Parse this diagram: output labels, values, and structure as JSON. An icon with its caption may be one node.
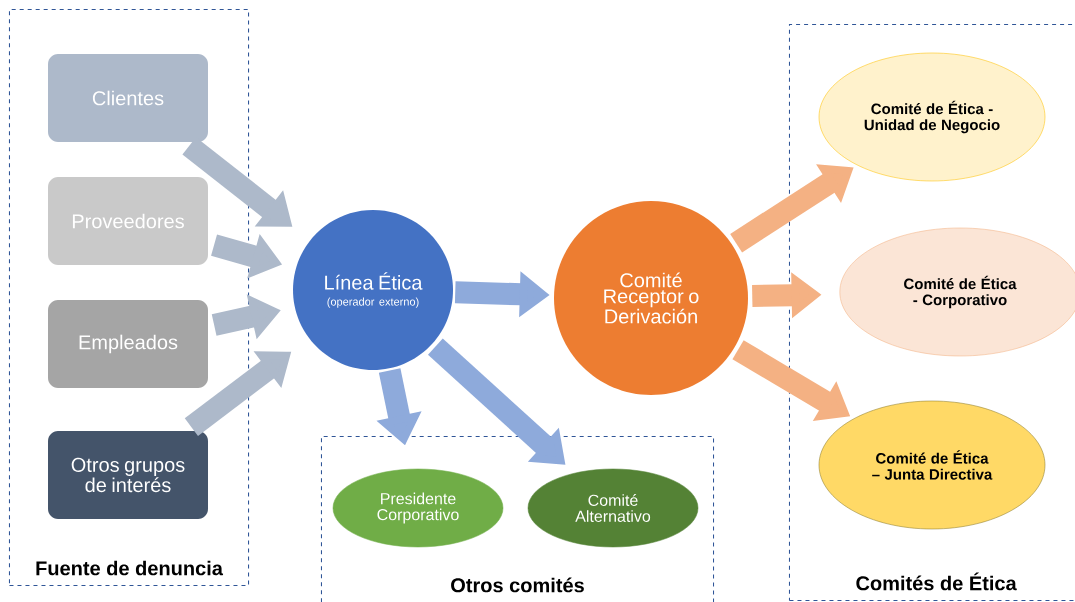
{
  "diagram": {
    "nodes": [
      {
        "text": [
          "Fuente de denuncia"
        ]
      },
      {
        "text": [
          "Clientes"
        ],
        "in": 0
      },
      {
        "text": [
          "Proveedores"
        ],
        "in": 0
      },
      {
        "text": [
          "Empleados"
        ],
        "in": 0
      },
      {
        "text": [
          "Otros grupos de interés"
        ],
        "in": 0
      },
      {
        "text": [
          "Línea Ética",
          "(operador externo)"
        ]
      },
      {
        "text": [
          "Comité Receptor o Derivación"
        ]
      },
      {
        "text": [
          "Otros comités"
        ]
      },
      {
        "text": [
          "Presidente Corporativo"
        ],
        "in": 7
      },
      {
        "text": [
          "Comité Alternativo"
        ],
        "in": 7
      },
      {
        "text": [
          "Comités de Ética"
        ]
      },
      {
        "text": [
          "Comité de Ética - Unidad de Negocio"
        ],
        "in": 10
      },
      {
        "text": [
          "Comité de Ética - Corporativo"
        ],
        "in": 10
      },
      {
        "text": [
          "Comité de Ética – Junta Directiva"
        ],
        "in": 10
      }
    ],
    "edges": [
      {
        "from": 1,
        "to": 5,
        "arrow": "to"
      },
      {
        "from": 2,
        "to": 5,
        "arrow": "to"
      },
      {
        "from": 3,
        "to": 5,
        "arrow": "to"
      },
      {
        "from": 4,
        "to": 5,
        "arrow": "to"
      },
      {
        "from": 5,
        "to": 6,
        "arrow": "to",
        "color": "#8eaadb"
      },
      {
        "from": 5,
        "to": 8,
        "arrow": "to",
        "color": "#8eaadb"
      },
      {
        "from": 5,
        "to": 9,
        "arrow": "to",
        "color": "#8eaadb"
      },
      {
        "from": 6,
        "to": 11,
        "arrow": "to",
        "color": "#f4b183"
      },
      {
        "from": 6,
        "to": 12,
        "arrow": "to",
        "color": "#f4b183"
      },
      {
        "from": 6,
        "to": 13,
        "arrow": "to",
        "color": "#f4b183"
      }
    ]
  }
}
